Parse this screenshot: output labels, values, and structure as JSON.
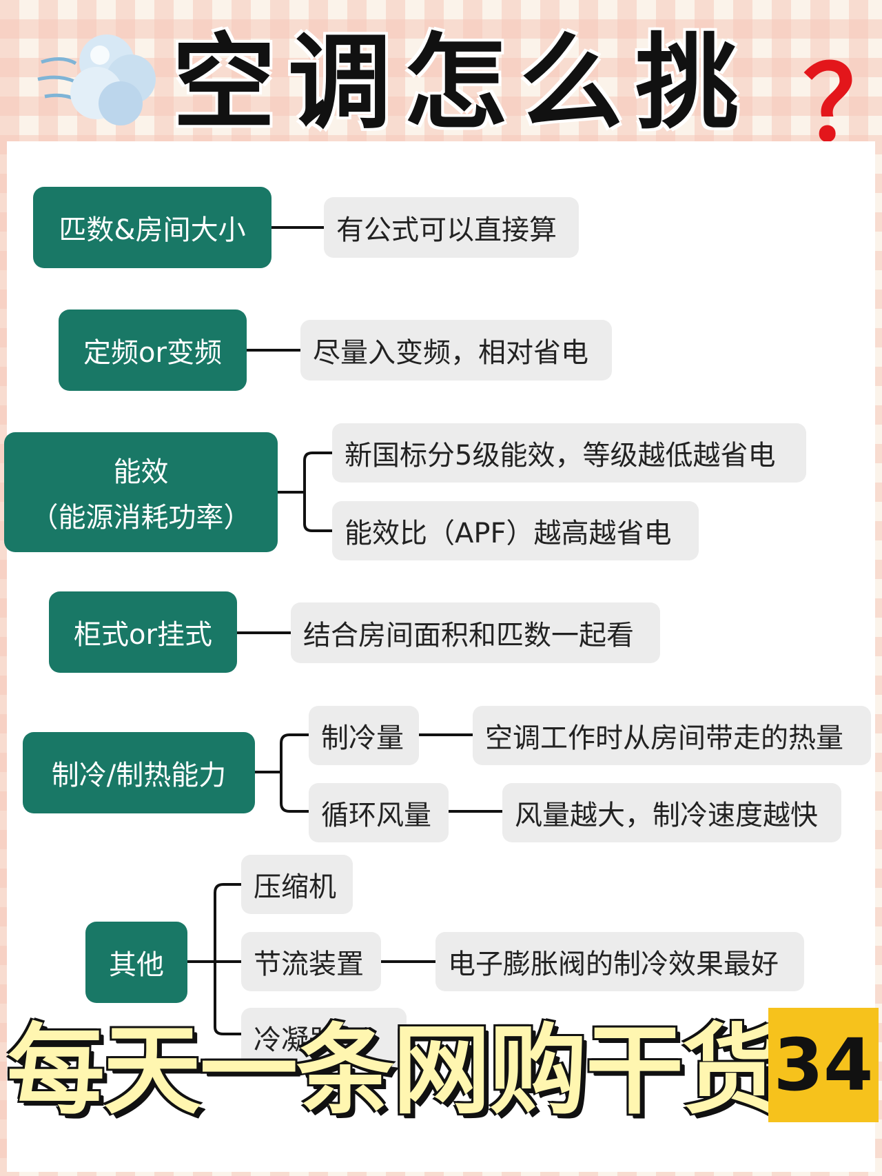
{
  "header": {
    "title": "空调怎么挑",
    "question_mark": "？",
    "icon": "wind-cloud-icon"
  },
  "mindmap": {
    "main_nodes": [
      {
        "label": "匹数&房间大小"
      },
      {
        "label": "定频or变频"
      },
      {
        "label_line1": "能效",
        "label_line2": "（能源消耗功率）"
      },
      {
        "label": "柜式or挂式"
      },
      {
        "label": "制冷/制热能力"
      },
      {
        "label": "其他"
      }
    ],
    "leaves": [
      "有公式可以直接算",
      "尽量入变频，相对省电",
      "新国标分5级能效，等级越低越省电",
      "能效比（APF）越高越省电",
      "结合房间面积和匹数一起看",
      "制冷量",
      "空调工作时从房间带走的热量",
      "循环风量",
      "风量越大，制冷速度越快",
      "压缩机",
      "节流装置",
      "电子膨胀阀的制冷效果最好",
      "冷凝器"
    ]
  },
  "banner": {
    "text": "每天一条网购干货",
    "number": "34"
  },
  "colors": {
    "node_green": "#197866",
    "leaf_gray": "#ececec",
    "banner_yellow": "#fff6b0",
    "badge_yellow": "#f6c21c",
    "question_red": "#e3161b"
  }
}
